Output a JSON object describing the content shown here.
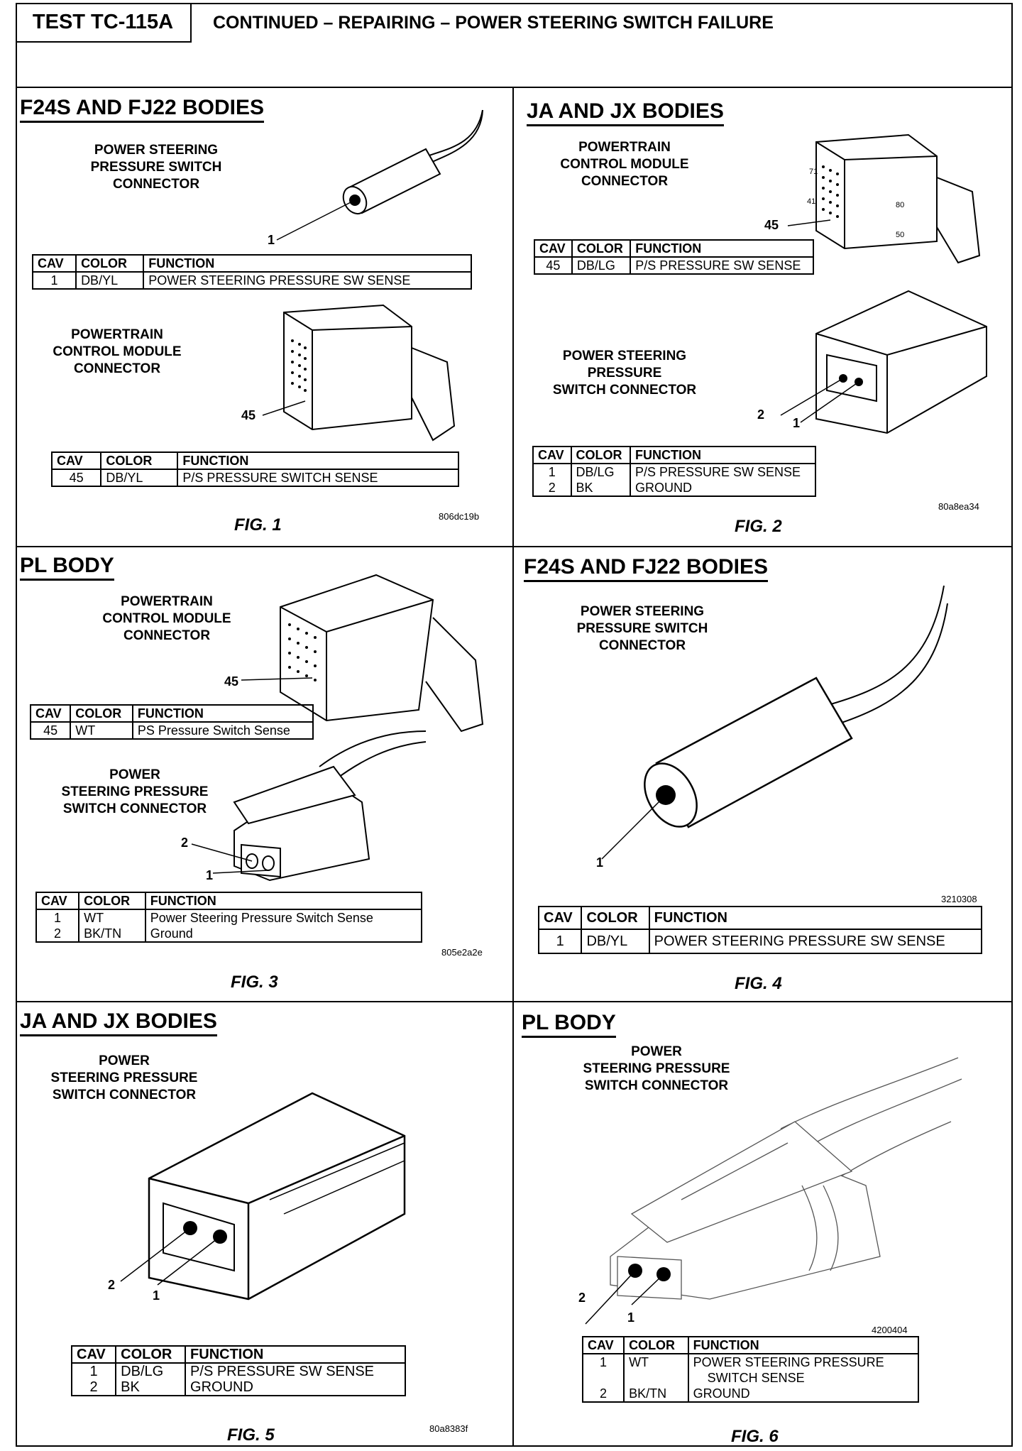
{
  "header": {
    "test_id": "TEST TC-115A",
    "title": "CONTINUED – REPAIRING – POWER STEERING SWITCH FAILURE"
  },
  "panels": [
    {
      "title": "F24S AND FJ22 BODIES",
      "label1": [
        "POWER STEERING",
        "PRESSURE SWITCH",
        "CONNECTOR"
      ],
      "callout1": "1",
      "table1": {
        "headers": [
          "CAV",
          "COLOR",
          "FUNCTION"
        ],
        "rows": [
          [
            "1",
            "DB/YL",
            "POWER STEERING PRESSURE SW SENSE"
          ]
        ]
      },
      "label2": [
        "POWERTRAIN",
        "CONTROL MODULE",
        "CONNECTOR"
      ],
      "callout2": "45",
      "table2": {
        "headers": [
          "CAV",
          "COLOR",
          "FUNCTION"
        ],
        "rows": [
          [
            "45",
            "DB/YL",
            "P/S PRESSURE SWITCH SENSE"
          ]
        ]
      },
      "fig": "FIG. 1",
      "code": "806dc19b"
    },
    {
      "title": "JA AND JX BODIES",
      "label1": [
        "POWERTRAIN",
        "CONTROL MODULE",
        "CONNECTOR"
      ],
      "pins": [
        "71",
        "41",
        "80",
        "50"
      ],
      "callout1": "45",
      "table1": {
        "headers": [
          "CAV",
          "COLOR",
          "FUNCTION"
        ],
        "rows": [
          [
            "45",
            "DB/LG",
            "P/S PRESSURE SW SENSE"
          ]
        ]
      },
      "label2": [
        "POWER STEERING",
        "PRESSURE",
        "SWITCH CONNECTOR"
      ],
      "callout2a": "2",
      "callout2b": "1",
      "table2": {
        "headers": [
          "CAV",
          "COLOR",
          "FUNCTION"
        ],
        "rows": [
          [
            "1",
            "DB/LG",
            "P/S PRESSURE SW SENSE"
          ],
          [
            "2",
            "BK",
            "GROUND"
          ]
        ]
      },
      "fig": "FIG. 2",
      "code": "80a8ea34"
    },
    {
      "title": "PL BODY",
      "label1": [
        "POWERTRAIN",
        "CONTROL MODULE",
        "CONNECTOR"
      ],
      "callout1": "45",
      "table1": {
        "headers": [
          "CAV",
          "COLOR",
          "FUNCTION"
        ],
        "rows": [
          [
            "45",
            "WT",
            "PS Pressure Switch Sense"
          ]
        ]
      },
      "label2": [
        "POWER",
        "STEERING PRESSURE",
        "SWITCH CONNECTOR"
      ],
      "callout2a": "2",
      "callout2b": "1",
      "table2": {
        "headers": [
          "CAV",
          "COLOR",
          "FUNCTION"
        ],
        "rows": [
          [
            "1",
            "WT",
            "Power Steering Pressure Switch Sense"
          ],
          [
            "2",
            "BK/TN",
            "Ground"
          ]
        ]
      },
      "fig": "FIG. 3",
      "code": "805e2a2e"
    },
    {
      "title": "F24S AND FJ22 BODIES",
      "label1": [
        "POWER STEERING",
        "PRESSURE SWITCH",
        "CONNECTOR"
      ],
      "callout1": "1",
      "table1": {
        "headers": [
          "CAV",
          "COLOR",
          "FUNCTION"
        ],
        "rows": [
          [
            "1",
            "DB/YL",
            "POWER STEERING PRESSURE SW SENSE"
          ]
        ]
      },
      "fig": "FIG. 4",
      "code": "3210308"
    },
    {
      "title": "JA AND JX BODIES",
      "label1": [
        "POWER",
        "STEERING PRESSURE",
        "SWITCH CONNECTOR"
      ],
      "callout1a": "2",
      "callout1b": "1",
      "table1": {
        "headers": [
          "CAV",
          "COLOR",
          "FUNCTION"
        ],
        "rows": [
          [
            "1",
            "DB/LG",
            "P/S PRESSURE SW SENSE"
          ],
          [
            "2",
            "BK",
            "GROUND"
          ]
        ]
      },
      "fig": "FIG. 5",
      "code": "80a8383f"
    },
    {
      "title": "PL BODY",
      "label1": [
        "POWER",
        "STEERING PRESSURE",
        "SWITCH CONNECTOR"
      ],
      "callout1a": "2",
      "callout1b": "1",
      "table1": {
        "headers": [
          "CAV",
          "COLOR",
          "FUNCTION"
        ],
        "rows": [
          [
            "1",
            "WT",
            "POWER STEERING PRESSURE"
          ],
          [
            "",
            "",
            "SWITCH SENSE"
          ],
          [
            "2",
            "BK/TN",
            "GROUND"
          ]
        ]
      },
      "fig": "FIG. 6",
      "code": "4200404"
    }
  ]
}
